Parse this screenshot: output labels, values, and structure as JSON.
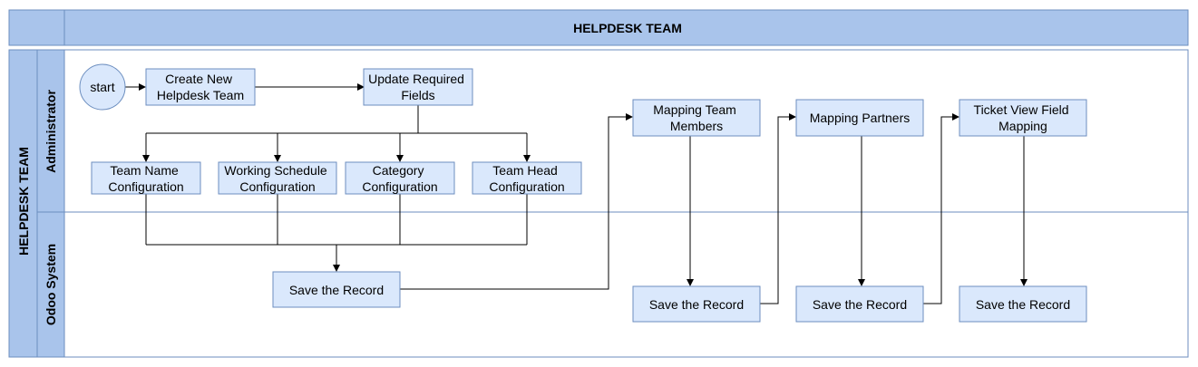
{
  "header": {
    "title": "HELPDESK TEAM"
  },
  "pool": {
    "title": "HELPDESK TEAM",
    "lanes": [
      {
        "label": "Administrator"
      },
      {
        "label": "Odoo System"
      }
    ]
  },
  "nodes": {
    "start": "start",
    "create": [
      "Create New",
      "Helpdesk Team"
    ],
    "update": [
      "Update Required",
      "Fields"
    ],
    "team_name": [
      "Team Name",
      "Configuration"
    ],
    "schedule": [
      "Working Schedule",
      "Configuration"
    ],
    "category": [
      "Category",
      "Configuration"
    ],
    "team_head": [
      "Team Head",
      "Configuration"
    ],
    "save1": "Save the Record",
    "mapping_members": [
      "Mapping Team",
      "Members"
    ],
    "save2": "Save the Record",
    "mapping_partners": "Mapping Partners",
    "save3": "Save the Record",
    "ticket_view": [
      "Ticket View Field",
      "Mapping"
    ],
    "save4": "Save the Record"
  },
  "colors": {
    "lane_fill": "#a9c4eb",
    "box_fill": "#dae8fc",
    "border": "#6c8ebf",
    "line": "#000000"
  }
}
